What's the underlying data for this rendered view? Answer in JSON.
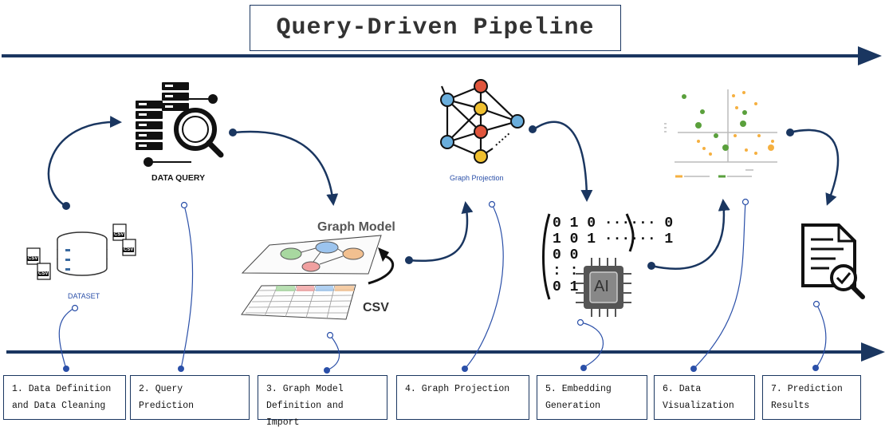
{
  "title": "Query-Driven Pipeline",
  "colors": {
    "arrow": "#1a3660",
    "connector": "#2a4fa8",
    "node_blue": "#6aaedc",
    "node_red": "#e0553c",
    "node_yellow": "#f0c030",
    "scatter_green": "#5aa03c",
    "scatter_orange": "#f5b040"
  },
  "icons": {
    "dataset": "database-csv-icon",
    "query": "server-search-icon",
    "graph_model": "graph-model-table-icon",
    "projection": "network-graph-icon",
    "embedding": "ai-chip-binary-icon",
    "visualization": "scatter-plot-icon",
    "results": "document-check-icon"
  },
  "labels": {
    "dataset": "DATASET",
    "data_query": "DATA QUERY",
    "graph_model": "Graph Model",
    "csv": "CSV",
    "graph_projection": "Graph Projection",
    "csv_file": "CSV",
    "ai": "AI",
    "binary_rows": [
      "0 1 0 ······ 0",
      "1 0 1 ······ 1",
      "0 0",
      ": :",
      "0 1"
    ]
  },
  "steps": [
    {
      "line1": "1. Data Definition",
      "line2": "and Data Cleaning"
    },
    {
      "line1": "2. Query Prediction",
      "line2": ""
    },
    {
      "line1": "3. Graph Model",
      "line2": "Definition and Import"
    },
    {
      "line1": "4. Graph Projection",
      "line2": ""
    },
    {
      "line1": "5. Embedding",
      "line2": "Generation"
    },
    {
      "line1": "6. Data",
      "line2": "Visualization"
    },
    {
      "line1": "7. Prediction",
      "line2": "Results"
    }
  ]
}
